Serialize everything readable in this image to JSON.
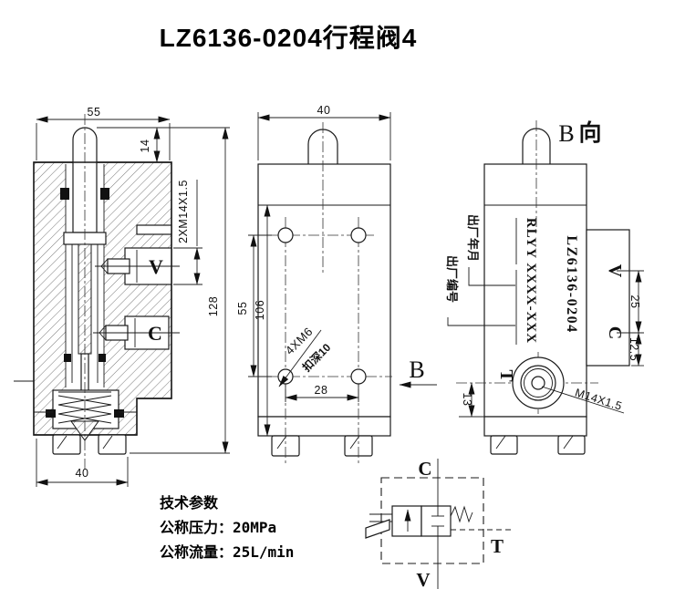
{
  "title": "LZ6136-0204行程阀4",
  "left_view": {
    "dim_width_top": "55",
    "dim_plunger_height": "14",
    "dim_port_thread": "2XM14X1.5",
    "dim_total_height": "128",
    "dim_width_bottom": "40",
    "port_v": "V",
    "port_c": "C"
  },
  "front_view": {
    "dim_width": "40",
    "dim_hole_row_spacing": "55",
    "dim_mount_height": "106",
    "dim_hole_spacing": "28",
    "thread_note": "4XM6",
    "thread_depth_note": "扣深10",
    "section_arrow_label": "B"
  },
  "b_view": {
    "view_label_letter": "B",
    "view_label_suffix": "向",
    "stamp_serial_line": "RLYY XXXX-XXX",
    "stamp_model": "LZ6136-0204",
    "callout_mfg_date": "出厂年月",
    "callout_mfg_serial": "出厂编号",
    "port_v": "V",
    "port_c": "C",
    "port_t": "T",
    "dim_port_spacing": "25",
    "dim_port_offset": "12.5",
    "dim_t_offset": "13",
    "thread_callout": "M14X1.5"
  },
  "symbol": {
    "port_c": "C",
    "port_v": "V",
    "port_t": "T"
  },
  "tech_params": {
    "heading": "技术参数",
    "pressure": "公称压力：20MPa",
    "flow": "公称流量：25L/min"
  },
  "colors": {
    "line": "#1a1a1a",
    "background": "#ffffff"
  }
}
